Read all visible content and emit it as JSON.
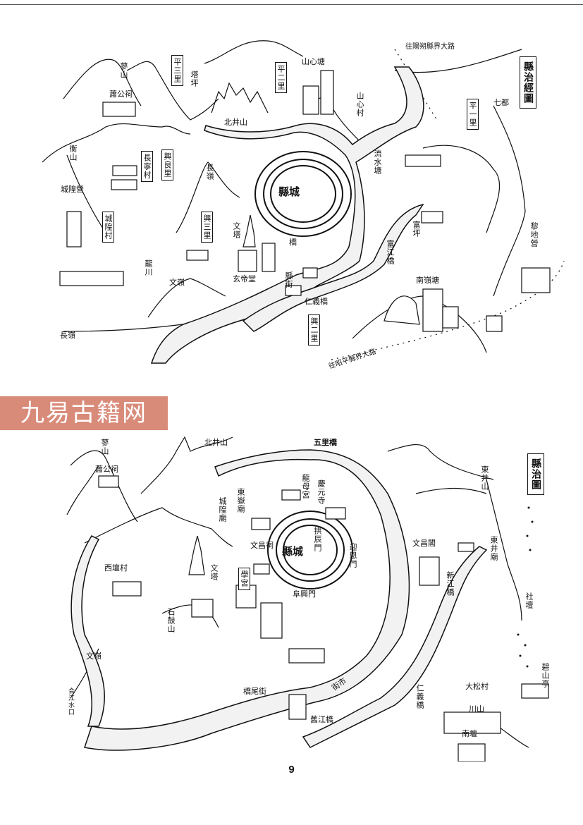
{
  "page_number": "9",
  "watermark": "九易古籍网",
  "map_top": {
    "title": "縣治經圖",
    "city": "縣城",
    "labels": {
      "liao_shan": "蓼山",
      "xiaogong_ci": "蕭公祠",
      "ping_san_li": "平三里",
      "ta_ping": "塔坪",
      "ping_er_li": "平二里",
      "shanxin_tang": "山心塘",
      "shanxin_cun": "山心村",
      "beijing_shan": "北井山",
      "ping_yi_li": "平一里",
      "heng_shan": "衡山",
      "changning_cun": "長寧村",
      "xingliang_li": "興良里",
      "chang_ling_mid": "長嶺",
      "chenghuang_ying": "城隍營",
      "chenghuang_cun": "城隍村",
      "wen_ta": "文塔",
      "xing_san_li": "興三里",
      "long_chuan": "龍川",
      "wen_ling": "文嶺",
      "chang_ling": "長嶺",
      "xuandi_tang": "玄帝堂",
      "qiao": "橋",
      "xian_jie": "縣街",
      "renyi_qiao": "仁義橋",
      "xing_er_li": "興二里",
      "nan_ling_tang": "南嶺塘",
      "lidi_ying": "黎地營",
      "fu_jiang_qiao": "富江橋",
      "fu_ping": "富坪",
      "liu_shui_tang": "流水塘",
      "qi_du": "七都",
      "road_north": "往陽朔縣界大路",
      "road_south": "往昭平縣界大路"
    }
  },
  "map_bottom": {
    "title": "縣治圖",
    "city": "縣城",
    "labels": {
      "beijing_shan": "北井山",
      "wuli_qiao": "五里橋",
      "liao_shan": "蓼山",
      "xiaogong_ci": "蕭公祠",
      "longmu_gong": "龍母宮",
      "qingyuan_si": "慶元寺",
      "dongyue_miao": "東嶽廟",
      "chenghuang_miao": "城隍廟",
      "gongchen_men": "拱辰門",
      "wenchang_ci": "文昌祠",
      "xue_gong": "學宮",
      "yingen_men": "迎恩門",
      "fuxing_men": "阜興門",
      "wen_ta": "文塔",
      "shigu_shan": "石鼓山",
      "xitan_cun": "西壇村",
      "wen_ling": "文嶺",
      "hejiang_kou": "合江水口",
      "qiaowei_jie": "橋尾街",
      "xinjiang_qiao": "新江橋",
      "renyi_qiao": "仁義橋",
      "jiujiang_qiao": "舊江橋",
      "dasong_cun": "大松村",
      "nan_tan": "南壇",
      "chuan_shan": "川山",
      "dongjing_shan": "東井山",
      "dongjing_miao": "東井廟",
      "wenchang_ge": "文昌閣",
      "bei_shan_ting": "碧山亭",
      "she_tan": "社壇",
      "jie_shi": "街市"
    }
  },
  "colors": {
    "watermark_bg": "#d98b7a",
    "ink": "#111111"
  }
}
